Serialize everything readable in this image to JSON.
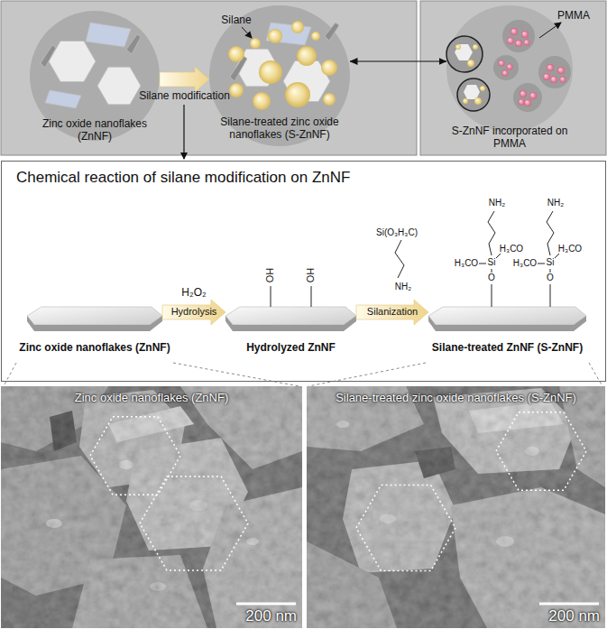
{
  "diagram": {
    "nodes": [
      {
        "text": [
          "Zinc oxide nanoflakes (ZnNF)"
        ]
      },
      {
        "text": [
          "Silane-treated zinc oxide nanoflakes (S-ZnNF)"
        ]
      },
      {
        "text": [
          "S-ZnNF incorporated on PMMA"
        ]
      },
      {
        "text": [
          "Chemical reaction of silane modification on ZnNF"
        ]
      },
      {
        "text": [
          "Zinc oxide nanoflakes (ZnNF)"
        ],
        "in": 3
      },
      {
        "text": [
          "Hydrolyzed ZnNF"
        ],
        "in": 3
      },
      {
        "text": [
          "Silane-treated ZnNF (S-ZnNF)"
        ],
        "in": 3
      },
      {
        "text": [
          "Zinc oxide nanoflakes (ZnNF)",
          "200 nm"
        ]
      },
      {
        "text": [
          "Silane-treated zinc oxide nanoflakes (S-ZnNF)",
          "200 nm"
        ]
      }
    ],
    "edges": [
      {
        "from": 0,
        "to": 1,
        "arrow": "to",
        "label": "Silane modification"
      },
      {
        "from": 1,
        "to": 2,
        "arrow": "both"
      },
      {
        "from": 4,
        "to": 5,
        "arrow": "to",
        "label": "H₂O₂"
      },
      {
        "from": 5,
        "to": 6,
        "arrow": "to",
        "label": "Silanization"
      }
    ],
    "labels": [
      "Silane",
      "PMMA",
      "Hydrolysis",
      "OH",
      "OH",
      "Si(O₃H₃C)",
      "NH₂",
      "NH₂",
      "H₃CO",
      "H₃CO",
      "Si",
      "O",
      "NH₂",
      "H₃CO",
      "H₃CO",
      "Si",
      "O"
    ]
  }
}
